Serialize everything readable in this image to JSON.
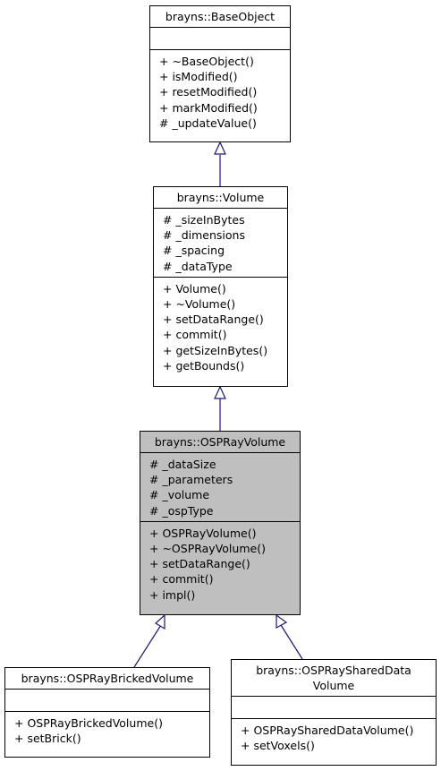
{
  "classes": {
    "base_object": {
      "name": "brayns::BaseObject",
      "attributes": [],
      "methods": [
        "+ ~BaseObject()",
        "+ isModified()",
        "+ resetModified()",
        "+ markModified()",
        "# _updateValue()"
      ]
    },
    "volume": {
      "name": "brayns::Volume",
      "attributes": [
        "# _sizeInBytes",
        "# _dimensions",
        "# _spacing",
        "# _dataType"
      ],
      "methods": [
        "+ Volume()",
        "+ ~Volume()",
        "+ setDataRange()",
        "+ commit()",
        "+ getSizeInBytes()",
        "+ getBounds()"
      ]
    },
    "osp_ray_volume": {
      "name": "brayns::OSPRayVolume",
      "attributes": [
        "# _dataSize",
        "# _parameters",
        "# _volume",
        "# _ospType"
      ],
      "methods": [
        "+ OSPRayVolume()",
        "+ ~OSPRayVolume()",
        "+ setDataRange()",
        "+ commit()",
        "+ impl()"
      ]
    },
    "bricked_volume": {
      "name": "brayns::OSPRayBrickedVolume",
      "attributes": [],
      "methods": [
        "+ OSPRayBrickedVolume()",
        "+ setBrick()"
      ]
    },
    "shared_data_volume": {
      "name_line1": "brayns::OSPRaySharedData",
      "name_line2": "Volume",
      "attributes": [],
      "methods": [
        "+ OSPRaySharedDataVolume()",
        "+ setVoxels()"
      ]
    }
  },
  "colors": {
    "edge": "#191970",
    "highlight": "#bfbfbf",
    "border": "#000000"
  }
}
